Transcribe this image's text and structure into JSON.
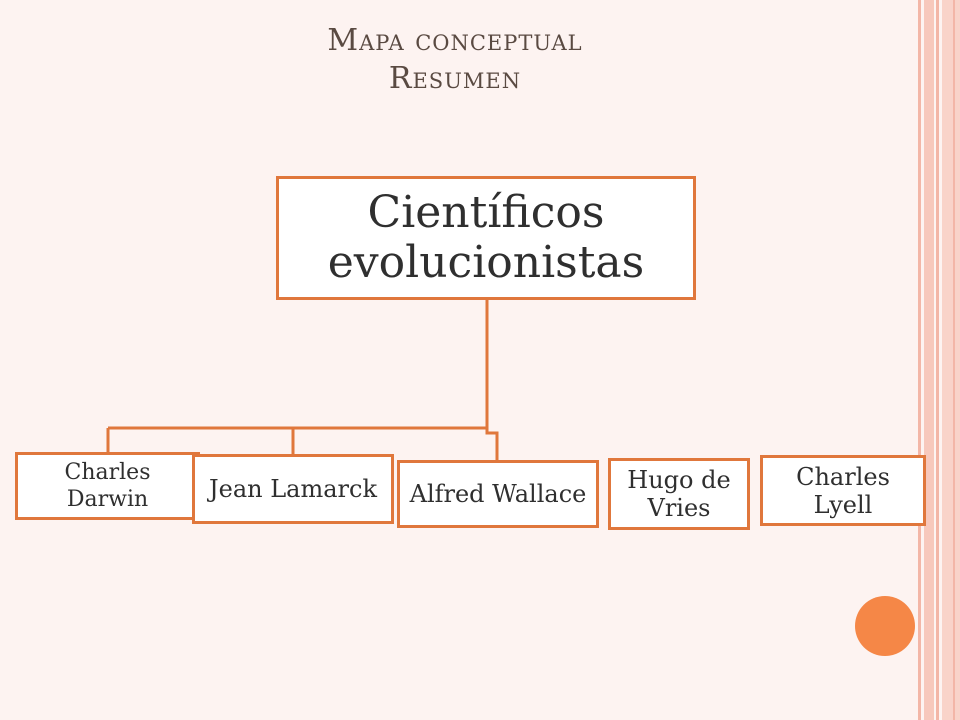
{
  "slide": {
    "title_line1": "Mapa conceptual",
    "title_line2": "Resumen"
  },
  "concept_map": {
    "root": "Científicos evolucionistas",
    "children": [
      "Charles Darwin",
      "Jean Lamarck",
      "Alfred Wallace",
      "Hugo de Vries",
      "Charles Lyell"
    ]
  },
  "colors": {
    "accent": "#e0773c",
    "circle": "#f58747",
    "background": "#fdf3f1",
    "stripes": "#f7c8bc"
  }
}
